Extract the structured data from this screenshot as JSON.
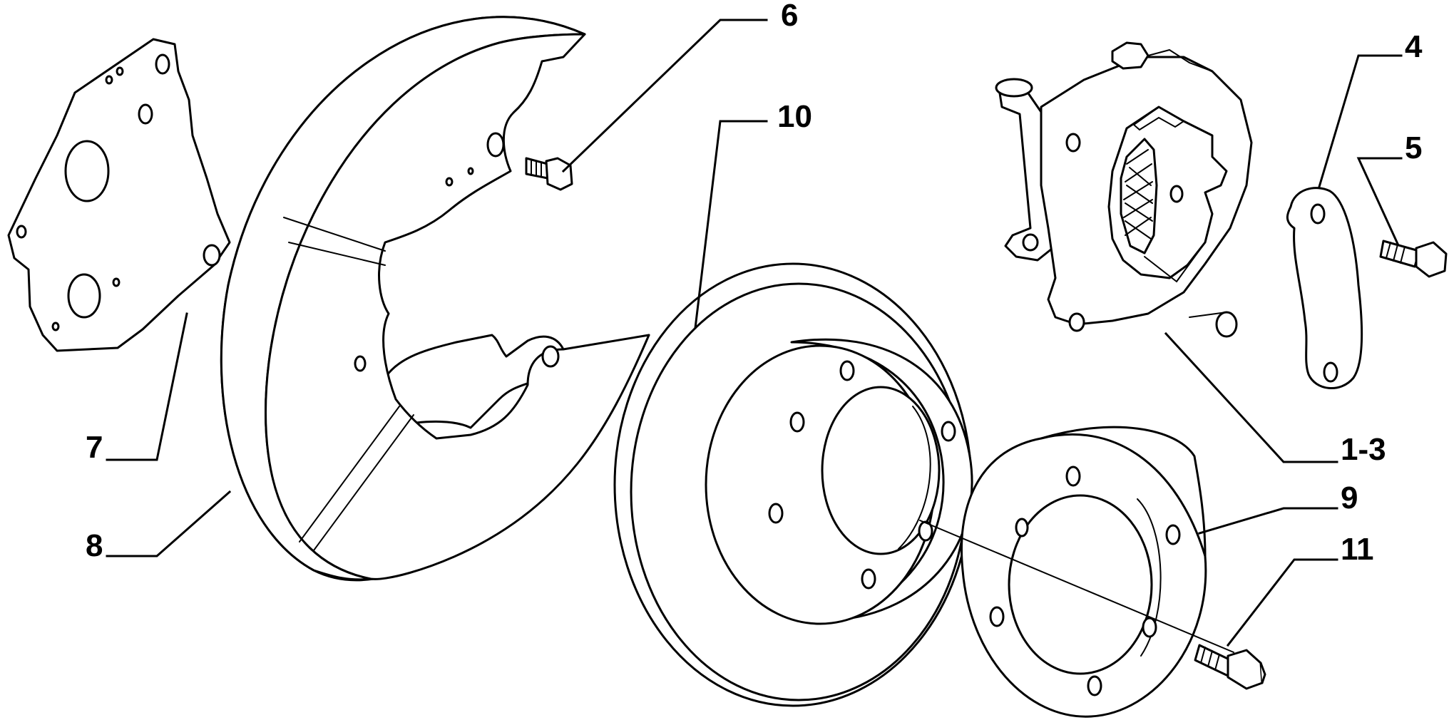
{
  "diagram": {
    "colors": {
      "line": "#000000",
      "background": "#ffffff"
    },
    "callouts": {
      "c1_3": "1-3",
      "c4": "4",
      "c5": "5",
      "c6": "6",
      "c7": "7",
      "c8": "8",
      "c9": "9",
      "c10": "10",
      "c11": "11"
    }
  }
}
